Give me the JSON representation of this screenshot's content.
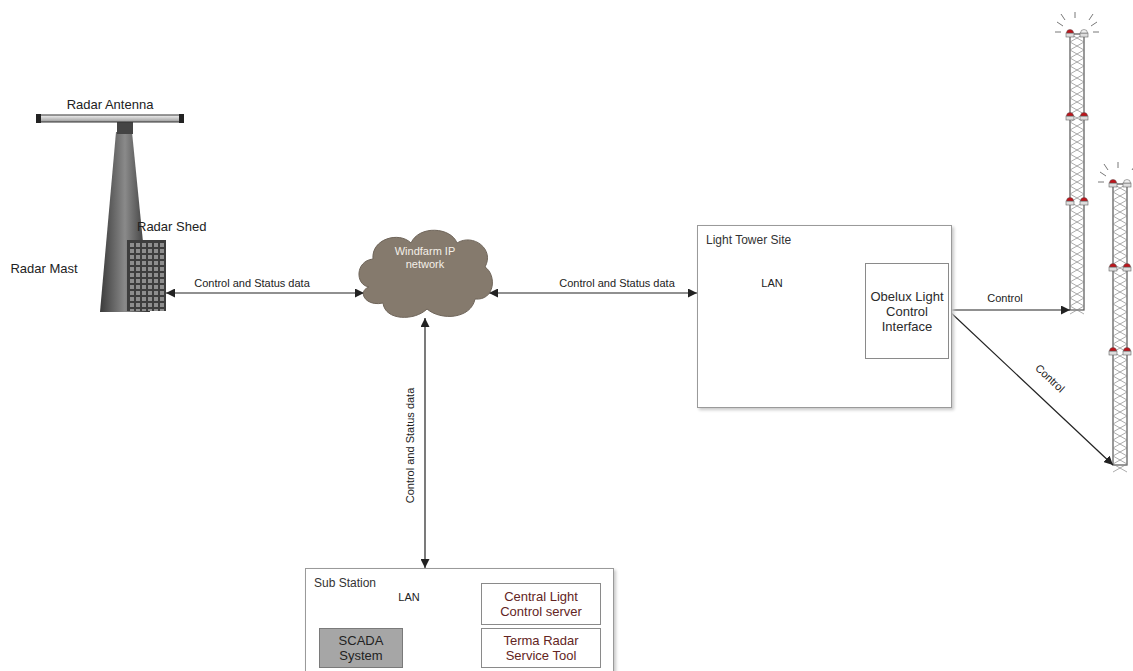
{
  "diagram": {
    "nodes": [
      {
        "text": [
          "Radar Shed"
        ]
      },
      {
        "text": [
          "Windfarm IP network"
        ]
      },
      {
        "text": [
          "Light Tower Site"
        ]
      },
      {
        "text": [
          "Obelux Light Control Interface"
        ],
        "in": 2
      },
      {
        "text": [
          "Sub Station"
        ]
      },
      {
        "text": [
          "Central Light Control server"
        ],
        "in": 4
      },
      {
        "text": [
          "SCADA System"
        ],
        "in": 4
      },
      {
        "text": [
          "Terma Radar Service Tool"
        ],
        "in": 4
      }
    ],
    "edges": [
      {
        "from": 0,
        "to": 1,
        "arrow": "both",
        "label": "Control and Status data"
      },
      {
        "from": 1,
        "to": 2,
        "arrow": "both",
        "label": "Control and Status data"
      },
      {
        "from": 2,
        "to": 3,
        "arrow": "to",
        "label": "LAN"
      },
      {
        "from": 1,
        "to": 4,
        "arrow": "both",
        "label": "Control and Status data"
      },
      {
        "from": 4,
        "to": 5,
        "arrow": "to"
      },
      {
        "from": 4,
        "to": 6,
        "arrow": "to"
      },
      {
        "from": 4,
        "to": 7,
        "arrow": "to"
      }
    ],
    "labels": [
      "Radar Antenna",
      "Radar Mast",
      "LAN",
      "Control",
      "Control"
    ]
  }
}
